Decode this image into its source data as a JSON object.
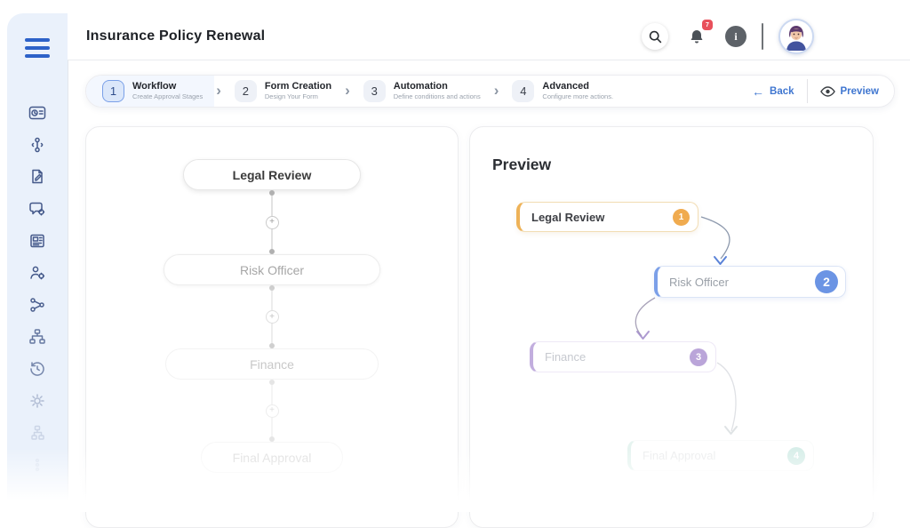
{
  "header": {
    "title": "Insurance Policy Renewal",
    "notification_count": "7"
  },
  "sidebar": {
    "icons": [
      "menu-icon",
      "card-clock-icon",
      "pipeline-icon",
      "document-edit-icon",
      "chat-gear-icon",
      "form-list-icon",
      "user-gear-icon",
      "share-nodes-icon",
      "org-chart-icon",
      "history-icon",
      "gear-icon",
      "hierarchy-icon"
    ]
  },
  "stepper": {
    "steps": [
      {
        "number": "1",
        "title": "Workflow",
        "subtitle": "Create Approval Stages",
        "active": true
      },
      {
        "number": "2",
        "title": "Form Creation",
        "subtitle": "Design Your Form",
        "active": false
      },
      {
        "number": "3",
        "title": "Automation",
        "subtitle": "Define conditions and actions",
        "active": false
      },
      {
        "number": "4",
        "title": "Advanced",
        "subtitle": "Configure more actions.",
        "active": false
      }
    ],
    "back_label": "Back",
    "preview_label": "Preview"
  },
  "workflow_panel": {
    "stages": [
      {
        "label": "Legal Review"
      },
      {
        "label": "Risk Officer"
      },
      {
        "label": "Finance"
      },
      {
        "label": "Final Approval"
      }
    ],
    "add_stage_symbol": "+"
  },
  "preview_panel": {
    "title": "Preview",
    "nodes": [
      {
        "label": "Legal Review",
        "badge": "1",
        "accent_color": "#f0ab4f"
      },
      {
        "label": "Risk Officer",
        "badge": "2",
        "accent_color": "#6b94e4"
      },
      {
        "label": "Finance",
        "badge": "3",
        "accent_color": "#a98fd0"
      },
      {
        "label": "Final Approval",
        "badge": "4",
        "accent_color": "#8fd0c2"
      }
    ]
  },
  "colors": {
    "sidebar_background": "#eaf1fb",
    "accent_blue": "#3f76d0",
    "notification_red": "#e8505b"
  }
}
